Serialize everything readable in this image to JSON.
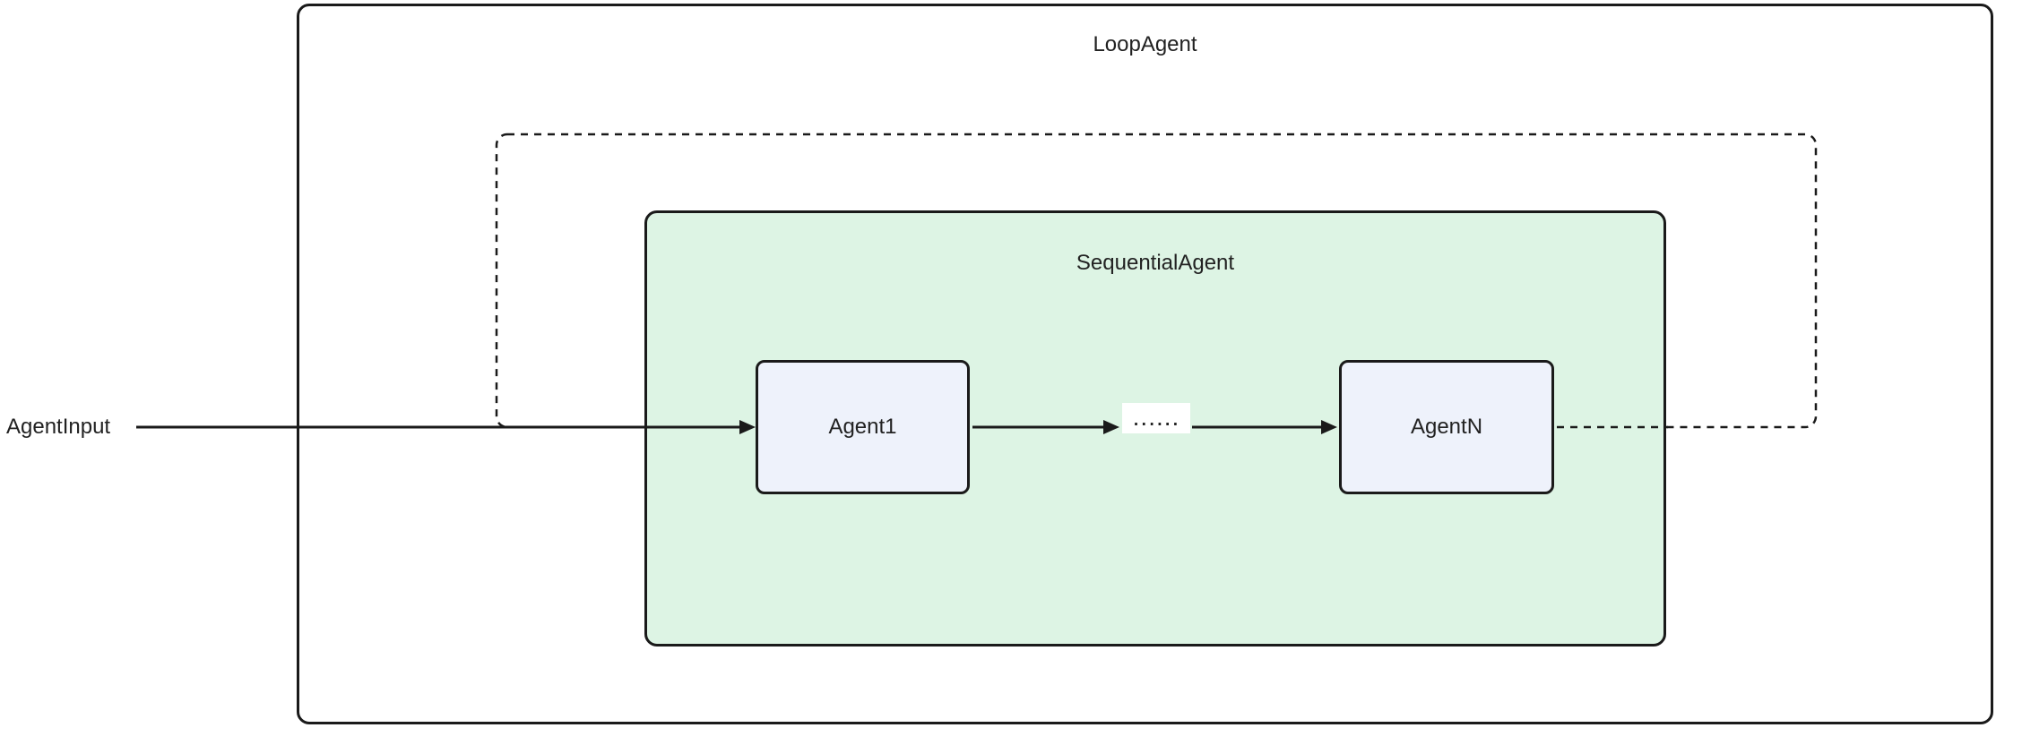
{
  "diagram": {
    "outer": {
      "label": "LoopAgent"
    },
    "inner": {
      "label": "SequentialAgent"
    },
    "nodes": [
      {
        "id": "agent1",
        "label": "Agent1"
      },
      {
        "id": "agentN",
        "label": "AgentN"
      }
    ],
    "input_label": "AgentInput",
    "ellipsis": "......",
    "colors": {
      "background": "#ffffff",
      "border": "#1a1a1a",
      "sequential_fill": "#ddf4e4",
      "node_fill": "#eef2fb",
      "text": "#222222"
    }
  }
}
